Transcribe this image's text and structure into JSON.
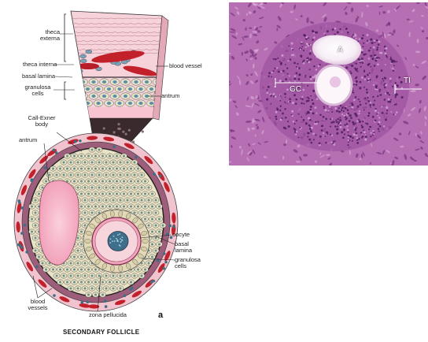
{
  "figure": {
    "caption": "SECONDARY FOLLICLE",
    "panel_letter": "a"
  },
  "diagram_labels": {
    "theca_externa": "theca externa",
    "theca_interna": "theca interna",
    "basal_lamina_top": "basal lamina",
    "granulosa_cells_top": "granulosa cells",
    "blood_vessel": "blood vessel",
    "antrum_top": "antrum",
    "call_exner_body": "Call-Exner body",
    "antrum_left": "antrum",
    "oocyte": "oocyte",
    "basal_lamina_right": "basal lamina",
    "granulosa_cells_right": "granulosa cells",
    "blood_vessels": "blood vessels",
    "zona_pellucida": "zona pellucida"
  },
  "micrograph_labels": {
    "antrum": "A",
    "granulosa": "GC",
    "theca_interna": "TI"
  },
  "colors": {
    "theca_pink": "#f3c9d2",
    "blood_red": "#c2202a",
    "granulosa_fill": "#e8e2c8",
    "antrum_pink": "#f7b4c8",
    "nucleus_blue": "#5b8fa8",
    "stain_purple": "#b76fb4"
  }
}
